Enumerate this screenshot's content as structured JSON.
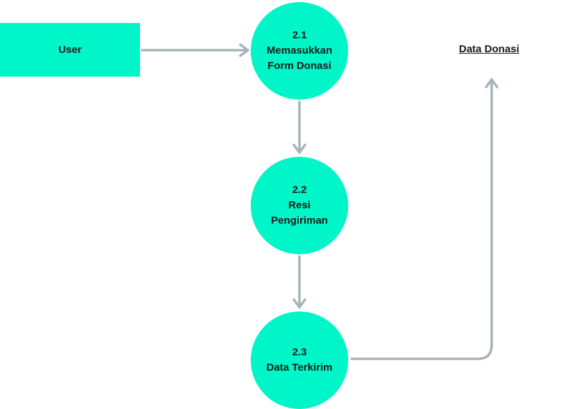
{
  "colors": {
    "node_fill": "#00f5c8",
    "connector": "#a8b3b8",
    "text": "#1a1a1a"
  },
  "external_entity": {
    "label": "User"
  },
  "processes": [
    {
      "number": "2.1",
      "name_line_1": "Memasukkan",
      "name_line_2": "Form Donasi"
    },
    {
      "number": "2.2",
      "name_line_1": "Resi",
      "name_line_2": "Pengiriman"
    },
    {
      "number": "2.3",
      "name_line_1": "Data Terkirim",
      "name_line_2": ""
    }
  ],
  "data_store": {
    "label": "Data Donasi"
  }
}
